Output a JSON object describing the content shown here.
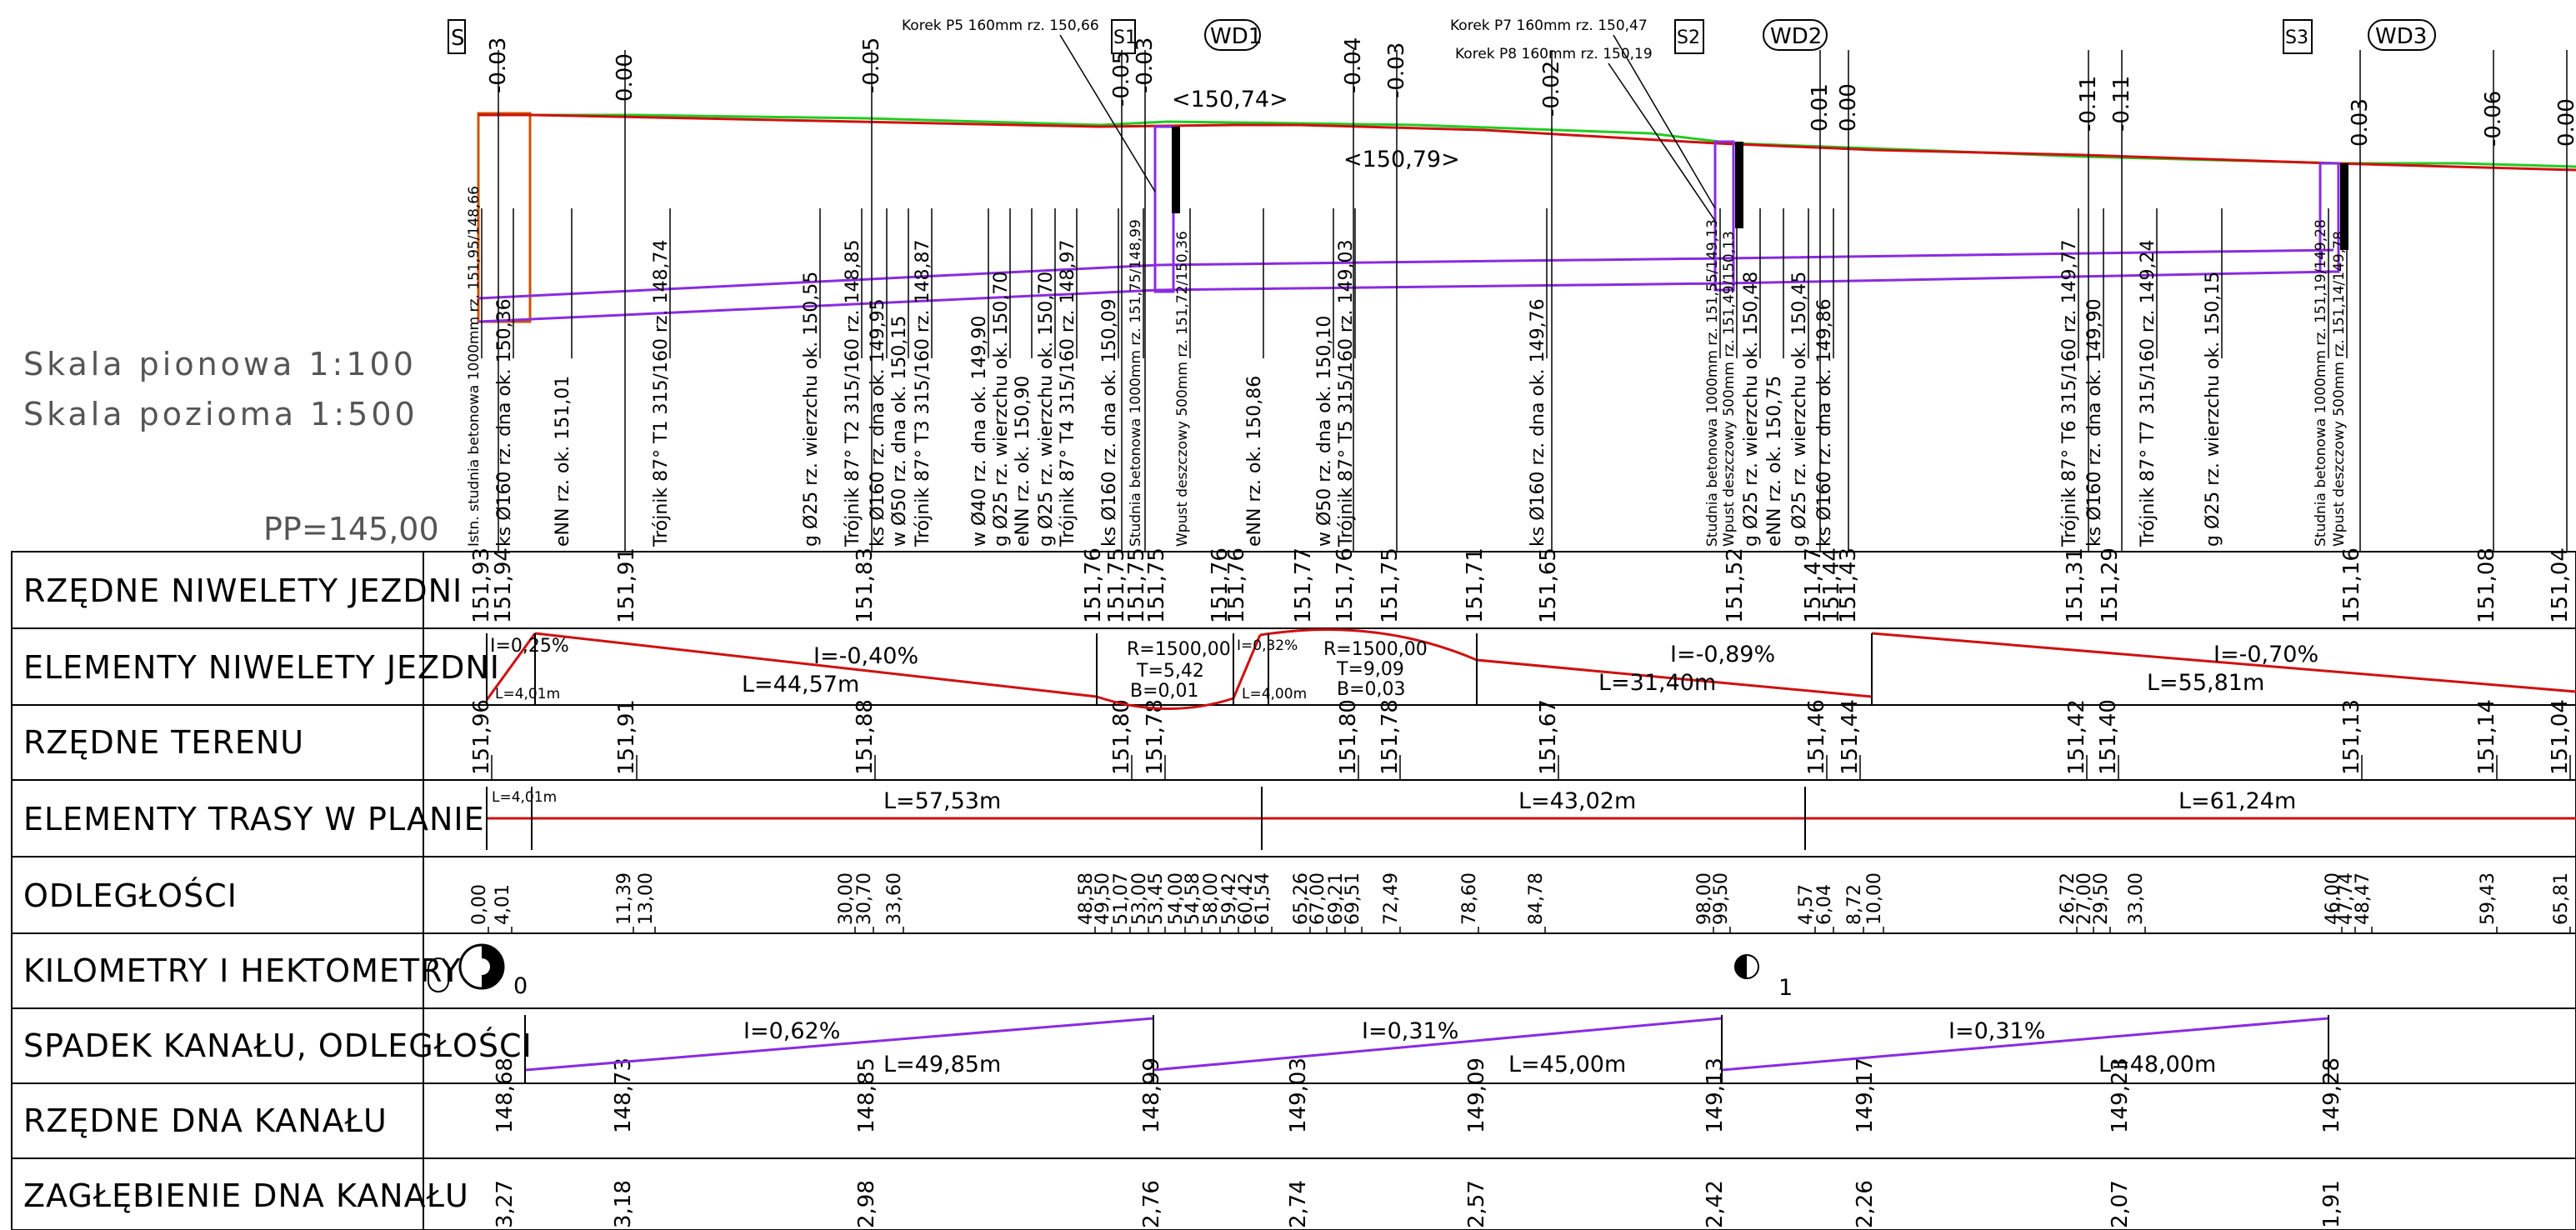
{
  "scale_vertical": "Skala pionowa 1:100",
  "scale_horizontal": "Skala pozioma 1:500",
  "reference_level": "PP=145,00",
  "row_labels": [
    "RZĘDNE NIWELETY JEZDNI",
    "ELEMENTY NIWELETY JEZDNI",
    "RZĘDNE TERENU",
    "ELEMENTY TRASY W PLANIE",
    "ODLEGŁOŚCI",
    "KILOMETRY I HEKTOMETRY",
    "SPADEK KANAŁU, ODLEGŁOŚCI",
    "RZĘDNE DNA KANAŁU",
    "ZAGŁĘBIENIE DNA KANAŁU"
  ],
  "wells": [
    "S",
    "S1",
    "S2",
    "S3"
  ],
  "inlets": [
    "WD1",
    "WD2",
    "WD3"
  ],
  "callouts": [
    "Korek P5 160mm rz. 150,66",
    "Korek P7 160mm rz. 150,47",
    "Korek P8 160mm rz. 150,19"
  ],
  "elevation_marks": [
    "<150,74>",
    "<150,79>"
  ],
  "top_values": [
    "-0.03",
    "0.00",
    "-0.05",
    "-0.05",
    "-0.03",
    "-0.04",
    "-0.03",
    "-0.02",
    "0.01",
    "0.00",
    "-0.11",
    "-0.11",
    "0.03",
    "-0.06",
    "0.00"
  ],
  "crossing_labels": [
    "Istn. studnia betonowa 1000mm rz. 151,95/148,66",
    "ks Ø160 rz. dna ok. 150,36",
    "eNN rz. ok. 151,01",
    "Trójnik 87° T1 315/160 rz. 148,74",
    "g Ø25 rz. wierzchu ok. 150,55",
    "Trójnik 87° T2 315/160 rz. 148,85",
    "ks Ø160 rz. dna ok. 149,95",
    "w Ø50 rz. dna ok. 150,15",
    "Trójnik 87° T3 315/160 rz. 148,87",
    "w Ø40 rz. dna ok. 149,90",
    "g Ø25 rz. wierzchu ok. 150,70",
    "eNN rz. ok. 150,90",
    "g Ø25 rz. wierzchu ok. 150,70",
    "Trójnik 87° T4 315/160 rz. 148,97",
    "ks Ø160 rz. dna ok. 150,09",
    "Studnia betonowa 1000mm rz. 151,75/148,99",
    "Wpust deszczowy 500mm rz. 151,72/150,36",
    "eNN rz. ok. 150,86",
    "w Ø50 rz. dna ok. 150,10",
    "Trójnik 87° T5 315/160 rz. 149,03",
    "ks Ø160 rz. dna ok. 149,76",
    "Studnia betonowa 1000mm rz. 151,55/149,13",
    "Wpust deszczowy 500mm rz. 151,49/150,13",
    "g Ø25 rz. wierzchu ok. 150,48",
    "eNN rz. ok. 150,75",
    "g Ø25 rz. wierzchu ok. 150,45",
    "ks Ø160 rz. dna ok. 149,86",
    "Trójnik 87° T6 315/160 rz. 149,77",
    "ks Ø160 rz. dna ok. 149,90",
    "Trójnik 87° T7 315/160 rz. 149,24",
    "g Ø25 rz. wierzchu ok. 150,15",
    "Studnia betonowa 1000mm rz. 151,19/149,28",
    "Wpust deszczowy 500mm rz. 151,14/149,78"
  ],
  "row_niweleta": [
    "151,93",
    "151,94",
    "151,91",
    "151,83",
    "151,76",
    "151,75",
    "151,75",
    "151,75",
    "151,76",
    "151,76",
    "151,77",
    "151,76",
    "151,75",
    "151,71",
    "151,65",
    "151,52",
    "151,47",
    "151,44",
    "151,43",
    "151,31",
    "151,29",
    "151,16",
    "151,08",
    "151,04"
  ],
  "row_elements": [
    "I=0,25%",
    "L=4,01m",
    "I=-0,40%",
    "L=44,57m",
    "R=1500,00",
    "T=5,42",
    "B=0,01",
    "I=0,32%",
    "L=4,00m",
    "R=1500,00",
    "T=9,09",
    "B=0,03",
    "I=-0,89%",
    "L=31,40m",
    "I=-0,70%",
    "L=55,81m"
  ],
  "row_teren": [
    "151,96",
    "151,91",
    "151,88",
    "151,80",
    "151,78",
    "151,80",
    "151,78",
    "151,67",
    "151,46",
    "151,44",
    "151,42",
    "151,40",
    "151,13",
    "151,14",
    "151,04"
  ],
  "row_trasa": [
    "L=4,01m",
    "L=57,53m",
    "L=43,02m",
    "L=61,24m"
  ],
  "row_odleglosci": [
    "0,00",
    "4,01",
    "11,39",
    "13,00",
    "30,00",
    "30,70",
    "33,60",
    "48,58",
    "49,50",
    "51,07",
    "53,00",
    "53,45",
    "54,00",
    "54,58",
    "58,00",
    "59,42",
    "60,42",
    "61,54",
    "65,26",
    "67,00",
    "69,21",
    "69,51",
    "72,49",
    "78,60",
    "84,78",
    "98,00",
    "99,50",
    "4,57",
    "6,04",
    "8,72",
    "10,00",
    "26,72",
    "27,00",
    "29,50",
    "33,00",
    "46,00",
    "47,74",
    "48,47",
    "59,43",
    "65,81"
  ],
  "row_km": [
    "0",
    "1"
  ],
  "row_spadek": [
    "I=0,62%",
    "L=49,85m",
    "I=0,31%",
    "L=45,00m",
    "I=0,31%",
    "L=48,00m"
  ],
  "row_dno": [
    "148,68",
    "148,73",
    "148,85",
    "148,99",
    "149,03",
    "149,09",
    "149,13",
    "149,17",
    "149,23",
    "149,28"
  ],
  "row_zaglebienie": [
    "3,27",
    "3,18",
    "2,98",
    "2,76",
    "2,74",
    "2,57",
    "2,42",
    "2,26",
    "2,07",
    "1,91"
  ],
  "colors": {
    "grid": "#000000",
    "road": "#d01010",
    "terrain": "#22cc22",
    "sewer": "#8a2be2",
    "well_fill": "#cc5500"
  }
}
